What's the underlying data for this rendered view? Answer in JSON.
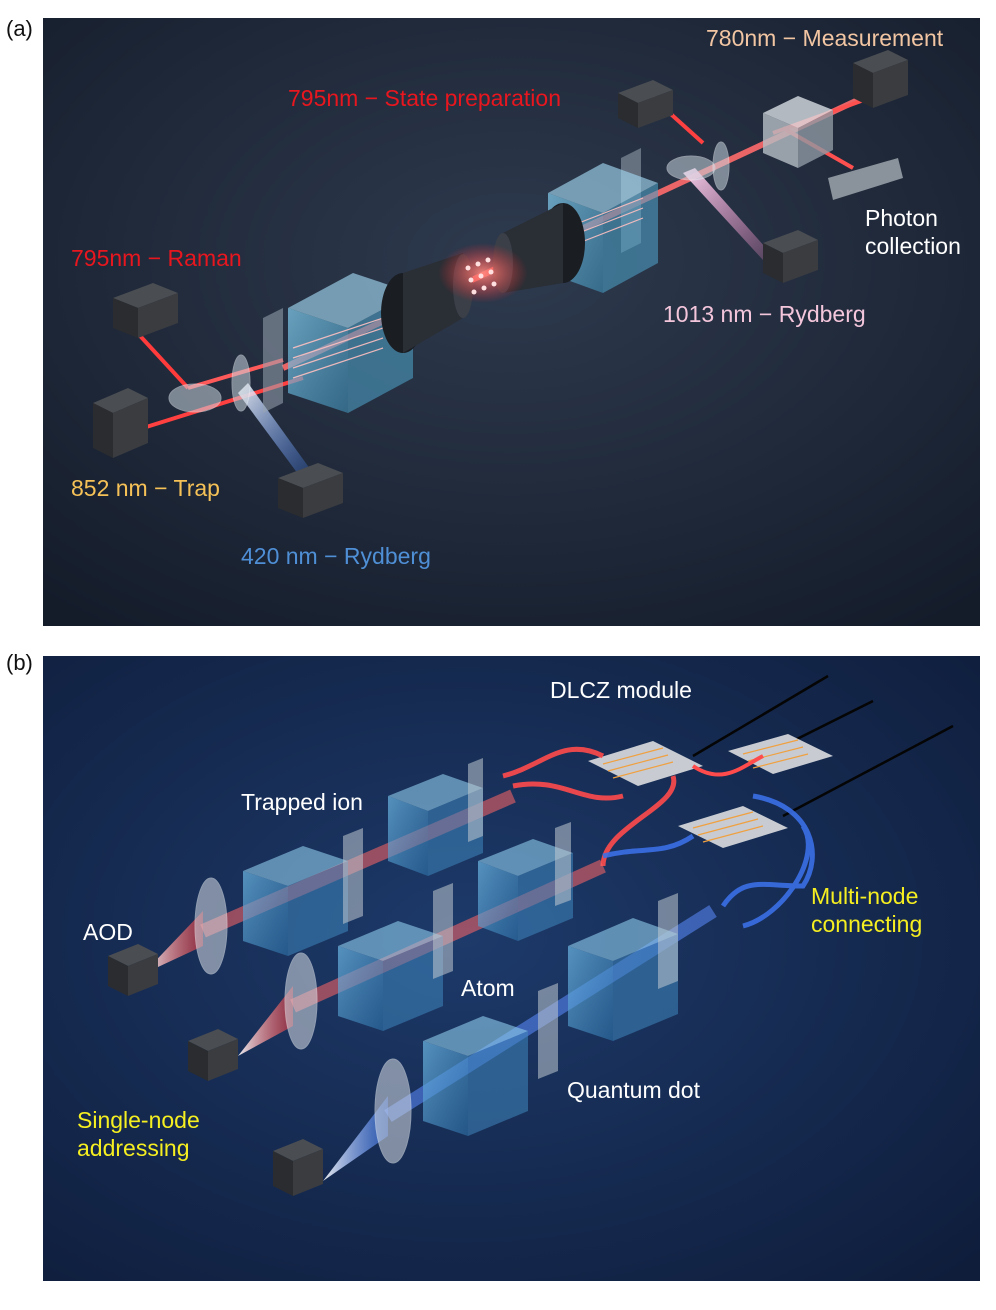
{
  "panels": [
    {
      "letter": "(a)",
      "labels": {
        "measurement": "780nm − Measurement",
        "state_prep": "795nm − State preparation",
        "raman": "795nm − Raman",
        "photon": "Photon\ncollection",
        "rydberg_1013": "1013 nm − Rydberg",
        "trap": "852 nm − Trap",
        "rydberg_420": "420 nm − Rydberg"
      }
    },
    {
      "letter": "(b)",
      "labels": {
        "dlcz": "DLCZ module",
        "trapped_ion": "Trapped ion",
        "aod": "AOD",
        "multi_node": "Multi-node\nconnecting",
        "atom": "Atom",
        "quantum_dot": "Quantum dot",
        "single_node": "Single-node\naddressing"
      }
    }
  ],
  "colors": {
    "red_label": "#e8161e",
    "peach_label": "#f3c6a3",
    "pink_label": "#f4c6dc",
    "yellow_trap": "#f6c257",
    "blue_label": "#4f8fd6",
    "yellow_b": "#f5ee20",
    "white": "#ffffff"
  }
}
